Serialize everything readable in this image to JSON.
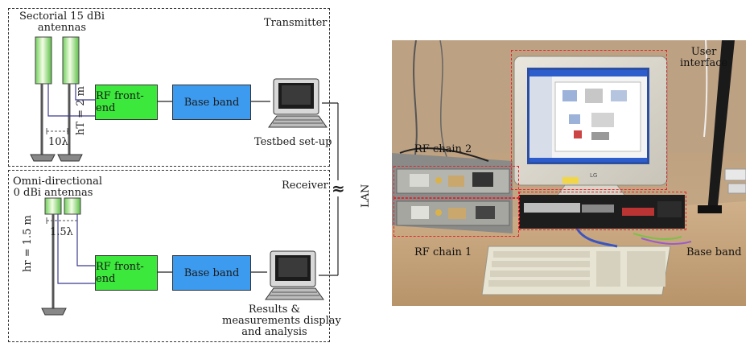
{
  "diagram": {
    "transmitter": {
      "title": "Transmitter",
      "antenna_label_line1": "Sectorial 15 dBi",
      "antenna_label_line2": "antennas",
      "spacing": "10λ",
      "height": "hT = 2 m",
      "rf_block": "RF front-end",
      "baseband_block": "Base band",
      "computer_label": "Testbed set-up"
    },
    "receiver": {
      "title": "Receiver",
      "antenna_label_line1": "Omni-directional",
      "antenna_label_line2": "0 dBi antennas",
      "spacing": "1.5λ",
      "height": "hr = 1.5 m",
      "rf_block": "RF front-end",
      "baseband_block": "Base band",
      "computer_label_line1": "Results &",
      "computer_label_line2": "measurements display",
      "computer_label_line3": "and analysis"
    },
    "link_label": "LAN",
    "link_symbol": "≈",
    "colors": {
      "rf_block": "#3be83b",
      "baseband_block": "#3d9bef",
      "antenna": "#e6f8c8",
      "wire": "#3b3b8f",
      "highlight": "#e8232b"
    }
  },
  "photo": {
    "labels": {
      "user_interface_line1": "User",
      "user_interface_line2": "interface",
      "rf_chain_2": "RF chain 2",
      "rf_chain_1": "RF chain 1",
      "base_band": "Base band"
    },
    "monitor_brand": "LG"
  }
}
